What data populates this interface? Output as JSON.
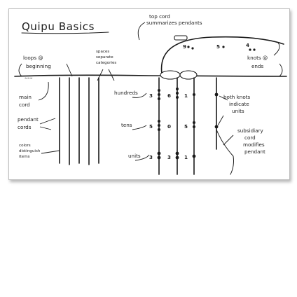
{
  "title": "Quipu Basics",
  "labels": {
    "top_cord": "top cord",
    "summarizes_pendants": "summarizes pendants",
    "spaces_separate_categories": [
      "spaces",
      "separate",
      "categories"
    ],
    "loops_at_beginning": [
      "loops @",
      "beginning"
    ],
    "knots_at_ends": [
      "knots @",
      "ends"
    ],
    "main_cord": [
      "main",
      "cord"
    ],
    "pendant_cords": [
      "pendant",
      "cords"
    ],
    "colors_distinguish_items": [
      "colors",
      "distinguish",
      "items"
    ],
    "hundreds": "hundreds",
    "tens": "tens",
    "units": "units",
    "both_knots_indicate_units": [
      "both knots",
      "indicate",
      "units"
    ],
    "subsidiary_cord_modifies_pendant": [
      "subsidiary",
      "cord",
      "modifies",
      "pendant"
    ]
  },
  "top_cord_digits": [
    "9",
    "5",
    "4"
  ],
  "pendant_digits": {
    "hundreds_row": [
      "3",
      "6",
      "1"
    ],
    "tens_row": [
      "5",
      "0",
      "5"
    ],
    "units_row": [
      "3",
      "3",
      "1"
    ]
  }
}
